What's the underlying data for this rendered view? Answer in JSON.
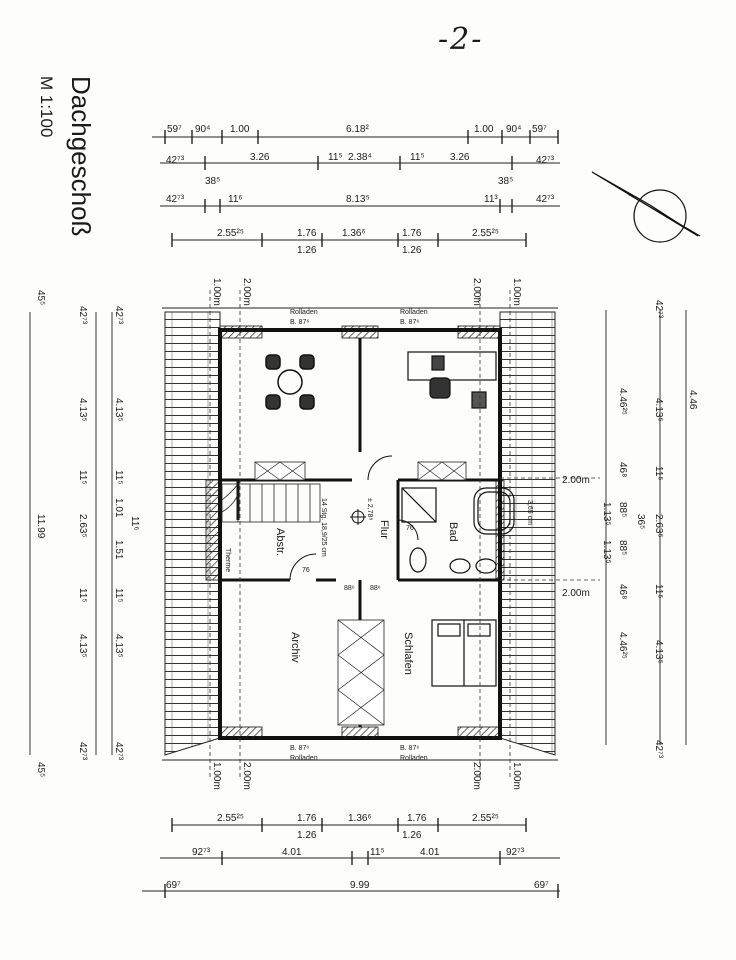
{
  "page_number": "-2-",
  "title": "Dachgeschoß",
  "scale": "M 1:100",
  "top_dims": {
    "row1": [
      "59⁷",
      "90⁴",
      "1.00",
      "6.18²",
      "1.00",
      "90⁴",
      "59⁷"
    ],
    "row2": [
      "42⁷³",
      "3.26",
      "11⁵",
      "2.38⁴",
      "11⁵",
      "3.26",
      "42⁷³"
    ],
    "row3": [
      "42⁷³",
      "38⁵",
      "11⁶",
      "8.13⁵",
      "11³",
      "38⁵",
      "42⁷³"
    ],
    "row4": [
      "2.55²⁵",
      "1.76",
      "1.36⁶",
      "1.76",
      "2.55²⁵"
    ],
    "row5": [
      "1.26",
      "1.26"
    ]
  },
  "bottom_dims": {
    "row1": [
      "2.55²⁵",
      "1.76",
      "1.36⁶",
      "1.76",
      "2.55²⁵"
    ],
    "row2": [
      "1.26",
      "1.26"
    ],
    "row3": [
      "92⁷³",
      "4.01",
      "11⁵",
      "4.01",
      "92⁷³"
    ],
    "row4": [
      "69⁷",
      "9.99",
      "69⁷"
    ]
  },
  "left_dims": [
    "45⁵",
    "42⁷³",
    "42⁷³",
    "4.13⁵",
    "4.13⁵",
    "11⁵",
    "11⁵",
    "1.01",
    "11.99",
    "2.63⁵",
    "1.51",
    "11⁶",
    "11⁵",
    "11⁵",
    "4.13⁵",
    "4.13⁵",
    "42⁷³",
    "42⁷³",
    "45⁵"
  ],
  "right_dims": [
    "42⁷³",
    "4.46²⁵",
    "4.13⁵",
    "4.46",
    "46⁸",
    "11⁵",
    "1.13⁵",
    "88⁵",
    "2.63⁵",
    "36⁵",
    "1.13⁵",
    "88⁵",
    "46⁸",
    "11⁵",
    "4.46²⁵",
    "4.13⁵",
    "42⁷³"
  ],
  "floor_labels": {
    "height_left": "1.00m",
    "height_inner": "2.00m",
    "height_side": "2.00m",
    "rolladen": "Rolladen",
    "window": "B. 87⁶",
    "stair": "14 Stg.\n18,9/25 cm",
    "level": "± 2,78⁸",
    "bath_width": "3,65 cm",
    "door_76": "76",
    "door_88": "88⁶",
    "therme": "Therme"
  },
  "rooms": {
    "flur": "Flur",
    "bad": "Bad",
    "abstr": "Abstr.",
    "archiv": "Archiv",
    "schlafen": "Schlafen"
  }
}
